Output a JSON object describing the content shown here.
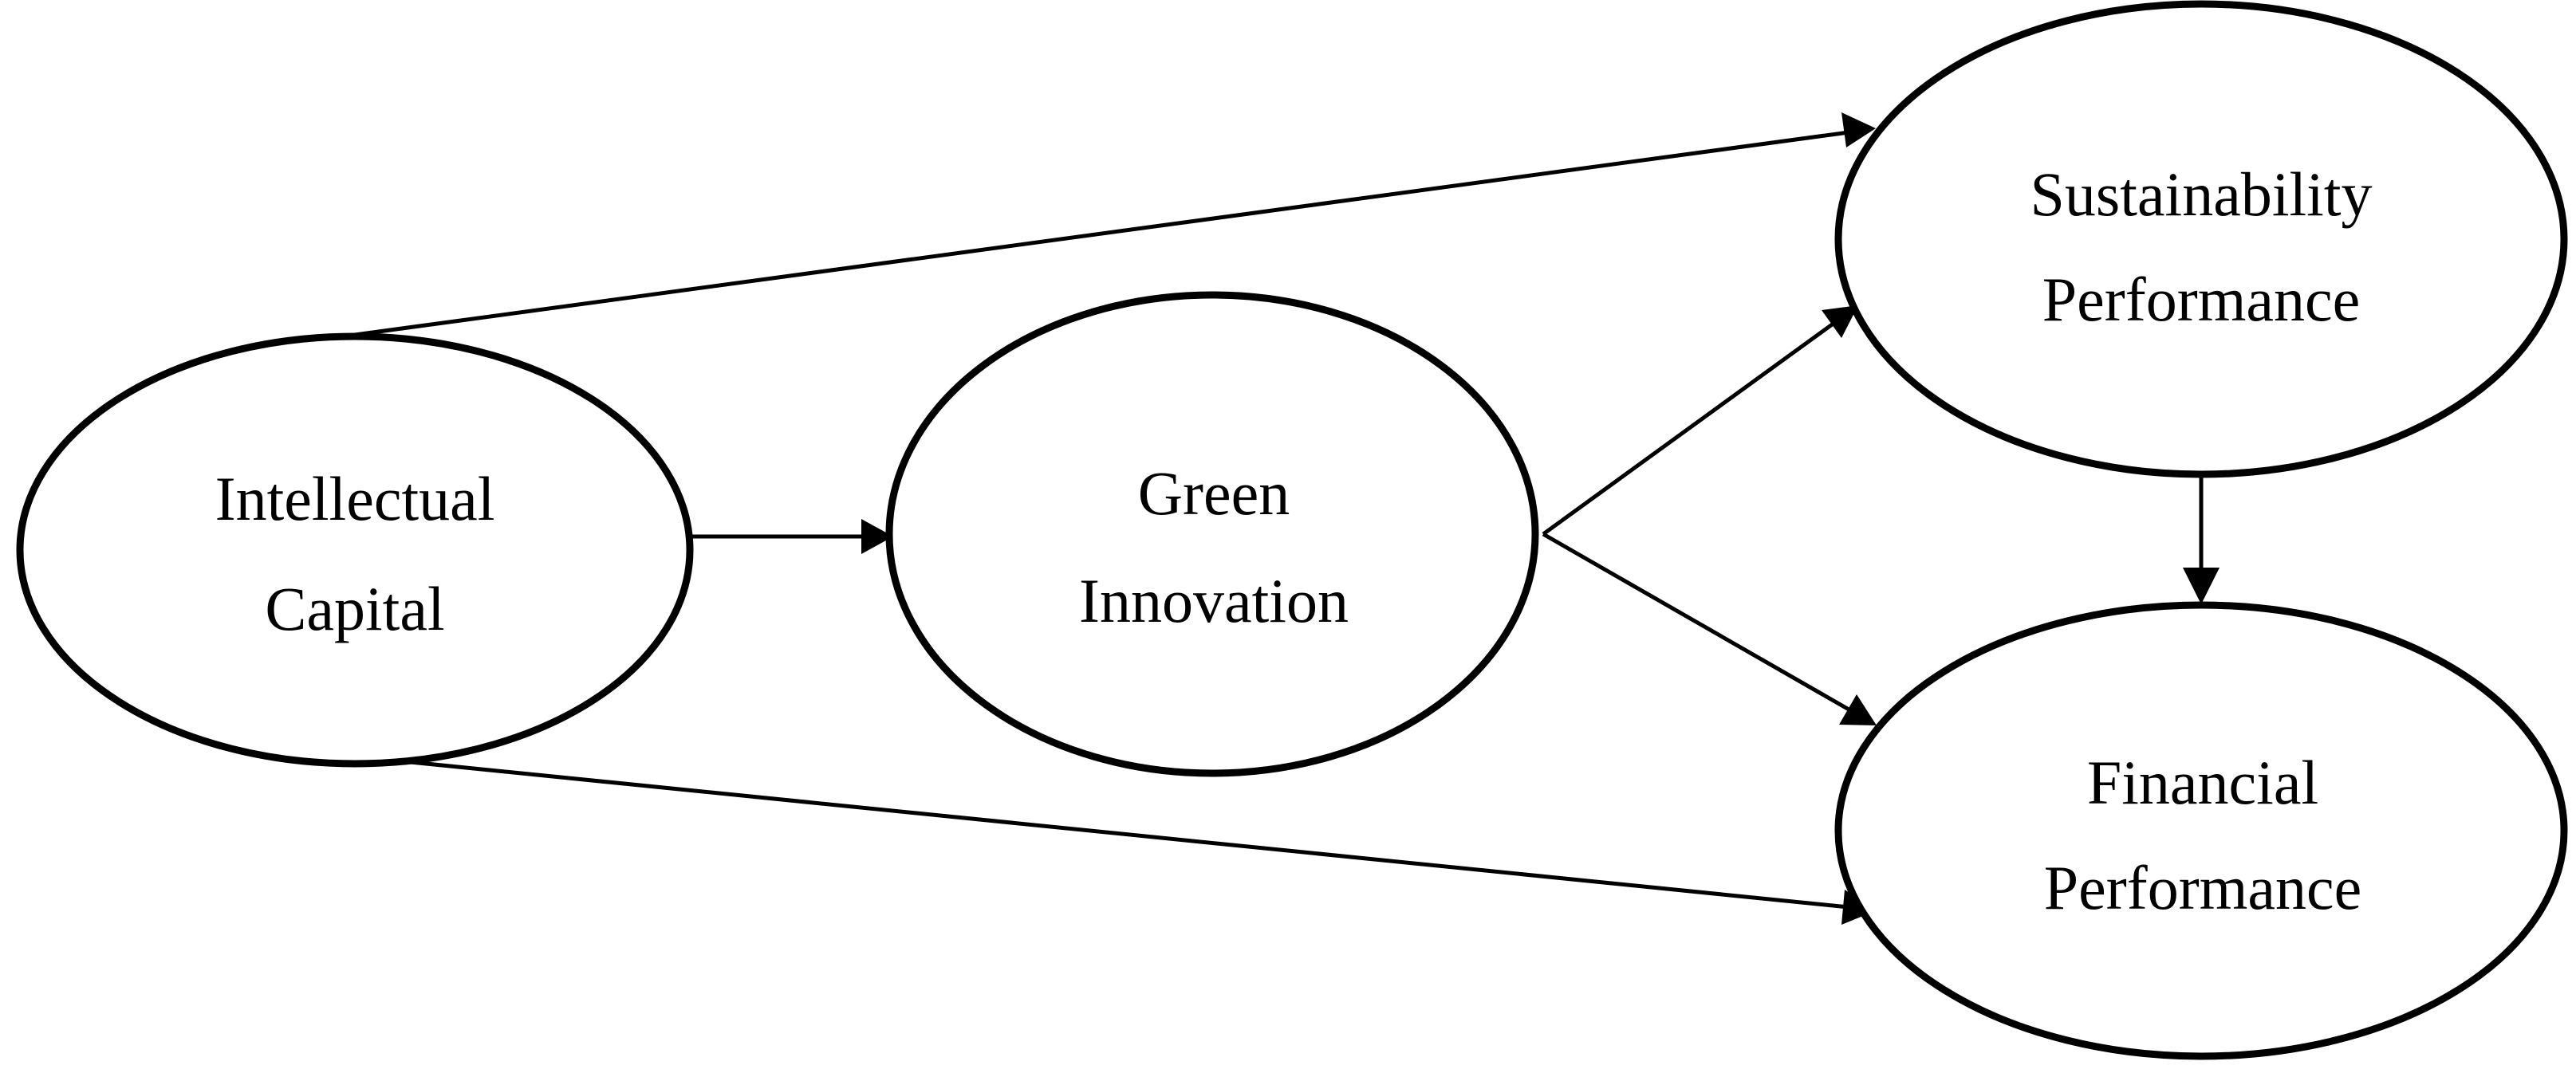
{
  "diagram": {
    "nodes": {
      "intellectual_capital": {
        "line1": "Intellectual",
        "line2": "Capital"
      },
      "green_innovation": {
        "line1": "Green",
        "line2": "Innovation"
      },
      "sustainability_performance": {
        "line1": "Sustainability",
        "line2": "Performance"
      },
      "financial_performance": {
        "line1": "Financial",
        "line2": "Performance"
      }
    },
    "edges": [
      {
        "from": "intellectual_capital",
        "to": "green_innovation"
      },
      {
        "from": "intellectual_capital",
        "to": "sustainability_performance"
      },
      {
        "from": "intellectual_capital",
        "to": "financial_performance"
      },
      {
        "from": "green_innovation",
        "to": "sustainability_performance"
      },
      {
        "from": "green_innovation",
        "to": "financial_performance"
      },
      {
        "from": "sustainability_performance",
        "to": "financial_performance"
      }
    ],
    "colors": {
      "stroke": "#000000",
      "background": "#ffffff"
    }
  }
}
